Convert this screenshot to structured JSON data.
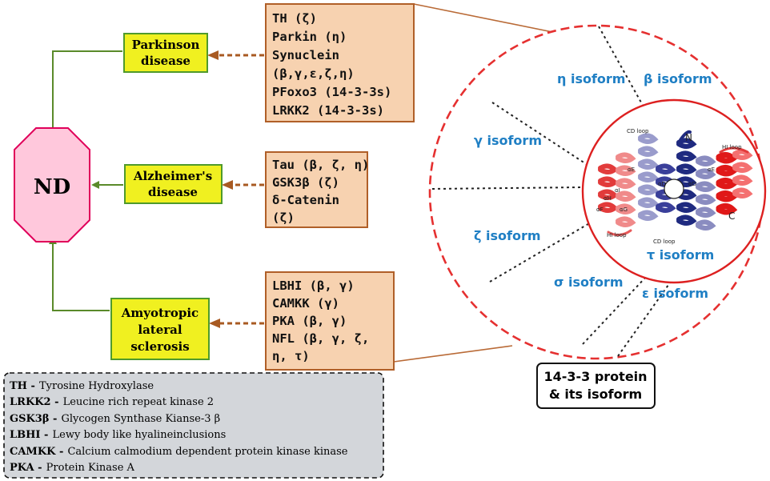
{
  "center_label": "ND",
  "diseases": [
    {
      "id": "parkinson",
      "lines": [
        "Parkinson",
        "disease"
      ]
    },
    {
      "id": "alzheimer",
      "lines": [
        "Alzheimer's",
        "disease"
      ]
    },
    {
      "id": "als",
      "lines": [
        "Amyotropic",
        "lateral",
        "sclerosis"
      ]
    }
  ],
  "protein_boxes": [
    {
      "id": "parkinson",
      "lines": [
        "TH (ζ)",
        "Parkin (η)",
        "Synuclein",
        "(β,γ,ε,ζ,η)",
        "PFoxo3 (14-3-3s)",
        "LRKK2 (14-3-3s)"
      ]
    },
    {
      "id": "alzheimer",
      "lines": [
        "Tau (β, ζ, η)",
        "GSK3β (ζ)",
        "δ-Catenin",
        "(ζ)"
      ]
    },
    {
      "id": "als",
      "lines": [
        "LBHI (β, γ)",
        "CAMKK (γ)",
        "PKA (β, γ)",
        "NFL (β, γ, ζ,",
        "η, τ)"
      ]
    }
  ],
  "isoforms": [
    "η isoform",
    "β isoform",
    "γ isoform",
    "ζ isoform",
    "σ isoform",
    "ε isoform",
    "τ isoform"
  ],
  "protein_caption": [
    "14-3-3 protein",
    "& its isoform"
  ],
  "structure_labels": {
    "cd_loop_top": "CD loop",
    "cd_loop_bottom": "CD loop",
    "hi_loop_left": "HI loop",
    "hi_loop_right": "HI loop",
    "n_terminus": "N",
    "c_terminus": "C",
    "helices": [
      "αE",
      "αD",
      "αH",
      "αI",
      "αF",
      "αG",
      "αE",
      "αD"
    ]
  },
  "legend": [
    {
      "abbr": "TH -",
      "definition": "Tyrosine Hydroxylase"
    },
    {
      "abbr": "LRKK2 -",
      "definition": "Leucine rich repeat kinase 2"
    },
    {
      "abbr": "GSK3β -",
      "definition": "Glycogen Synthase Kianse-3 β"
    },
    {
      "abbr": "LBHI -",
      "definition": "Lewy body like hyalineinclusions"
    },
    {
      "abbr": "CAMKK -",
      "definition": "Calcium calmodium dependent protein kinase kinase"
    },
    {
      "abbr": "PKA -",
      "definition": "Protein Kinase A"
    }
  ],
  "colors": {
    "octagon_fill": "#ffc8dc",
    "octagon_stroke": "#e0005a",
    "disease_fill": "#f0f020",
    "disease_stroke": "#4f9a2c",
    "protein_fill": "#f7d2b0",
    "protein_stroke": "#b05f28",
    "green_arrow": "#5a8a2a",
    "brown_arrow": "#a85a22",
    "circle_stroke": "#e53030",
    "isoform_text": "#1f7fc4",
    "legend_fill": "#d3d6da"
  }
}
